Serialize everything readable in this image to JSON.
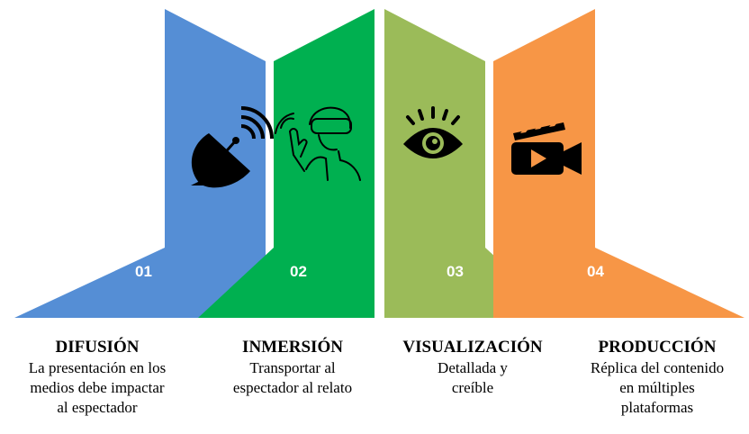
{
  "steps": [
    {
      "number": "01",
      "title": "DIFUSIÓN",
      "desc": [
        "La presentación en los",
        "medios debe impactar",
        "al espectador"
      ],
      "color": "#558ed5",
      "icon": "satellite-dish-icon"
    },
    {
      "number": "02",
      "title": "INMERSIÓN",
      "desc": [
        "Transportar al",
        "espectador al relato"
      ],
      "color": "#00b050",
      "icon": "vr-headset-person-icon"
    },
    {
      "number": "03",
      "title": "VISUALIZACIÓN",
      "desc": [
        "Detallada y",
        "creíble"
      ],
      "color": "#9bbb59",
      "icon": "eye-icon"
    },
    {
      "number": "04",
      "title": "PRODUCCIÓN",
      "desc": [
        "Réplica del contenido",
        "en múltiples",
        "plataformas"
      ],
      "color": "#f79646",
      "icon": "video-camera-icon"
    }
  ]
}
